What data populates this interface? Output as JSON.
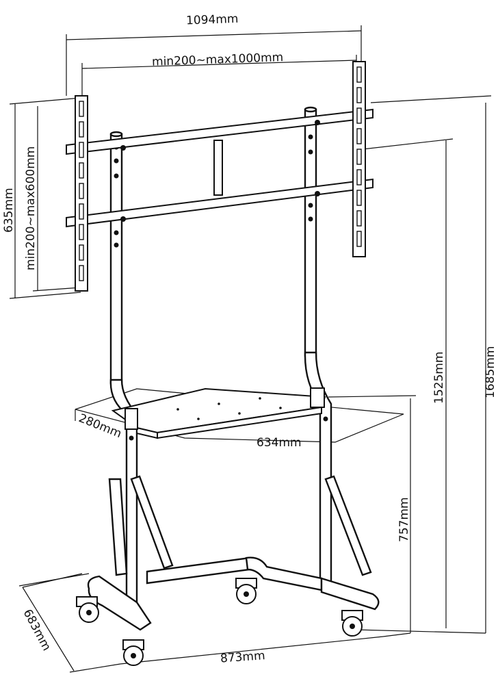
{
  "diagram": {
    "dimensions": {
      "overall_width": "1094mm",
      "vesa_width": "min200~max1000mm",
      "overall_height_bracket": "635mm",
      "vesa_height": "min200~max600mm",
      "center_height": "1525mm",
      "total_height": "1685mm",
      "shelf_depth": "280mm",
      "shelf_width": "634mm",
      "shelf_height": "757mm",
      "base_depth": "683mm",
      "base_width": "873mm"
    }
  }
}
